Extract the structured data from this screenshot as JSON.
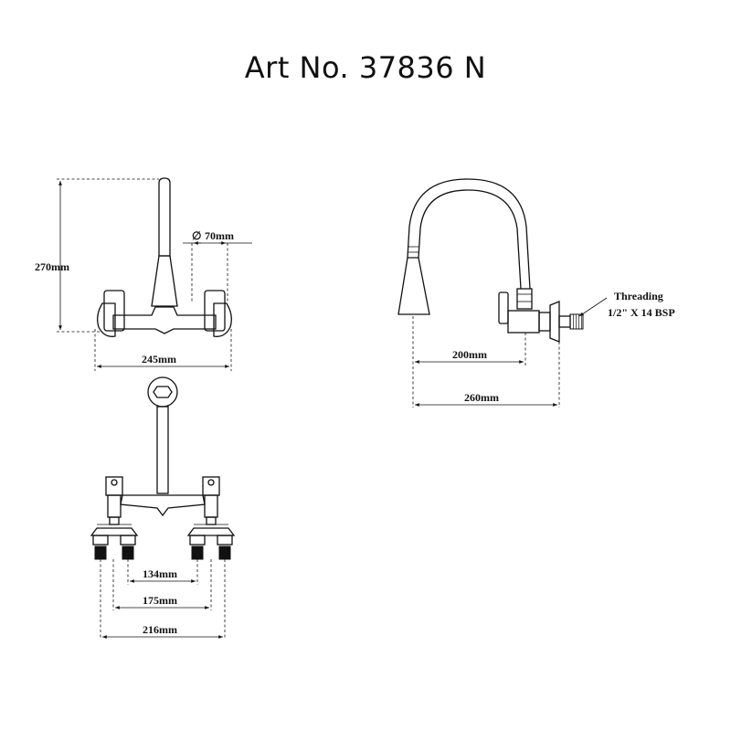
{
  "title": "Art No. 37836 N",
  "front_view": {
    "height_label": "270mm",
    "width_label": "245mm",
    "diameter_symbol": "∅",
    "diameter_label": "70mm"
  },
  "side_view": {
    "depth_inner_label": "200mm",
    "depth_outer_label": "260mm",
    "threading_title": "Threading",
    "threading_spec": "1/2\" X 14 BSP"
  },
  "rear_view": {
    "spacing_min_label": "134mm",
    "spacing_mid_label": "175mm",
    "spacing_max_label": "216mm"
  }
}
